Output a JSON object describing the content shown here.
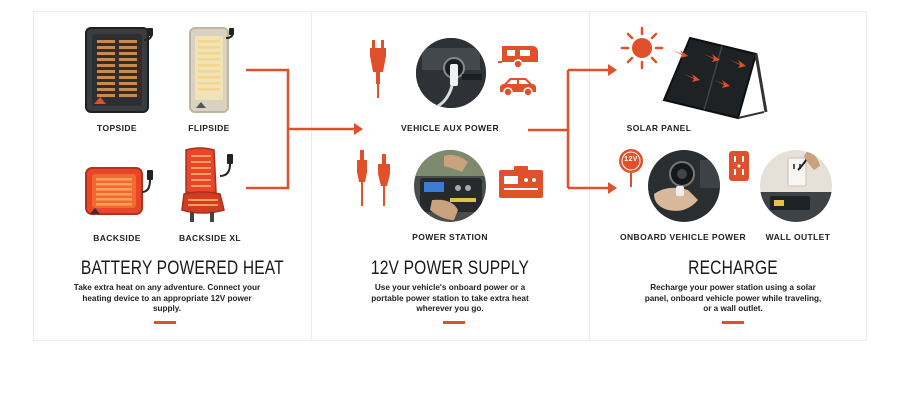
{
  "colors": {
    "accent": "#e0502a",
    "heat_orange": "#f26a2e",
    "dark": "#2a2a2a",
    "border": "#ececec"
  },
  "heat": {
    "items": {
      "topside": "TOPSIDE",
      "flipside": "FLIPSIDE",
      "backside": "BACKSIDE",
      "backside_xl": "BACKSIDE XL"
    },
    "title": "BATTERY POWERED HEAT",
    "description": "Take extra heat on any adventure. Connect your heating device to an appropriate 12V power supply."
  },
  "power": {
    "items": {
      "vehicle_aux": "VEHICLE AUX POWER",
      "power_station": "POWER STATION"
    },
    "title": "12V POWER SUPPLY",
    "description": "Use your vehicle's onboard power or a portable power station to take extra heat wherever you go."
  },
  "recharge": {
    "items": {
      "solar_panel": "SOLAR PANEL",
      "onboard_vehicle": "ONBOARD VEHICLE POWER",
      "wall_outlet": "WALL OUTLET"
    },
    "badge": "12V",
    "title": "RECHARGE",
    "description": "Recharge your power station using a solar panel, onboard vehicle power while traveling, or a wall outlet."
  }
}
